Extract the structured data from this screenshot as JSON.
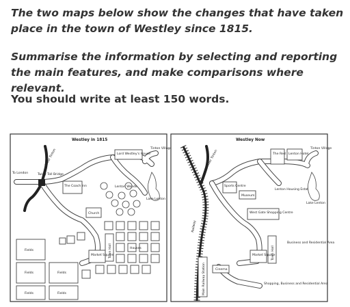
{
  "task": {
    "paragraph1": "The two maps below show the changes that have taken place in the town of Westley since 1815.",
    "paragraph2": "Summarise the information by selecting and reporting the main features, and make comparisons where relevant.",
    "paragraph3": "You should write at least 150 words."
  },
  "map1815": {
    "title": "Westley in 1815",
    "labels": {
      "tinton_village": "Tinton Village",
      "lord_westleys_house": "Lord Westley's House",
      "river_tinton": "River Tinton",
      "to_london": "To London",
      "twiny_toll_bridge": "Twiny Toll Bridge",
      "coach_inn": "The Coach Inn",
      "lenton_woods": "Lenton Woods",
      "lake_lenton": "Lake Lenton",
      "church": "Church",
      "town_hall": "Town Hall",
      "houses": "Houses",
      "market_square": "Market Square",
      "fields": "Fields"
    }
  },
  "mapNow": {
    "title": "Westley Now",
    "labels": {
      "red_lion": "The Red Lion",
      "lenton_hotel": "Lenton Hotel",
      "tinton_village": "Tinton Village",
      "river_tinton": "River Tinton",
      "sports_centre": "Sports Centre",
      "museum": "Museum",
      "lenton_housing_estate": "Lenton Housing Estate",
      "lake_lenton": "Lake Lenton",
      "westgate": "West Gate Shopping Centre",
      "railway": "Railway",
      "business_residential": "Business and Residential Area",
      "town_hall": "Town Hall",
      "market_square": "Market Square",
      "cinema": "Cinema",
      "main_railway_station": "Main Railway Station",
      "shopping_business": "Shopping, Business and Residential Area"
    }
  }
}
